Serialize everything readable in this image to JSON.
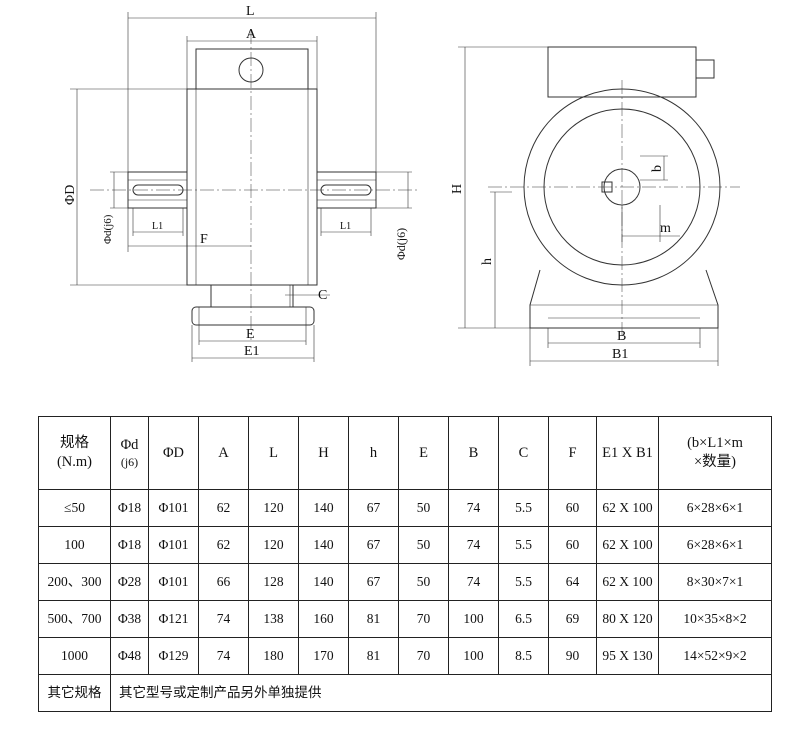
{
  "drawing": {
    "front_view": {
      "dim_L": "L",
      "dim_A": "A",
      "dim_D": "ΦD",
      "dim_d_left": "Φd(j6)",
      "dim_d_right": "Φd(j6)",
      "dim_L1_left": "L1",
      "dim_L1_right": "L1",
      "dim_F": "F",
      "dim_C": "C",
      "dim_E": "E",
      "dim_E1": "E1"
    },
    "side_view": {
      "dim_H": "H",
      "dim_h": "h",
      "dim_b": "b",
      "dim_m": "m",
      "dim_B": "B",
      "dim_B1": "B1"
    }
  },
  "table": {
    "headers": [
      {
        "main": "规格",
        "sub": "(N.m)"
      },
      {
        "main": "Φd",
        "sub": "(j6)"
      },
      {
        "main": "ΦD",
        "sub": ""
      },
      {
        "main": "A",
        "sub": ""
      },
      {
        "main": "L",
        "sub": ""
      },
      {
        "main": "H",
        "sub": ""
      },
      {
        "main": "h",
        "sub": ""
      },
      {
        "main": "E",
        "sub": ""
      },
      {
        "main": "B",
        "sub": ""
      },
      {
        "main": "C",
        "sub": ""
      },
      {
        "main": "F",
        "sub": ""
      },
      {
        "main": "E1 X B1",
        "sub": ""
      },
      {
        "main": "(b×L1×m",
        "sub": "×数量)"
      }
    ],
    "rows": [
      [
        "≤50",
        "Φ18",
        "Φ101",
        "62",
        "120",
        "140",
        "67",
        "50",
        "74",
        "5.5",
        "60",
        "62 X 100",
        "6×28×6×1"
      ],
      [
        "100",
        "Φ18",
        "Φ101",
        "62",
        "120",
        "140",
        "67",
        "50",
        "74",
        "5.5",
        "60",
        "62 X 100",
        "6×28×6×1"
      ],
      [
        "200、300",
        "Φ28",
        "Φ101",
        "66",
        "128",
        "140",
        "67",
        "50",
        "74",
        "5.5",
        "64",
        "62 X 100",
        "8×30×7×1"
      ],
      [
        "500、700",
        "Φ38",
        "Φ121",
        "74",
        "138",
        "160",
        "81",
        "70",
        "100",
        "6.5",
        "69",
        "80 X 120",
        "10×35×8×2"
      ],
      [
        "1000",
        "Φ48",
        "Φ129",
        "74",
        "180",
        "170",
        "81",
        "70",
        "100",
        "8.5",
        "90",
        "95 X 130",
        "14×52×9×2"
      ]
    ],
    "other": {
      "label": "其它规格",
      "note": "其它型号或定制产品另外单独提供"
    }
  }
}
